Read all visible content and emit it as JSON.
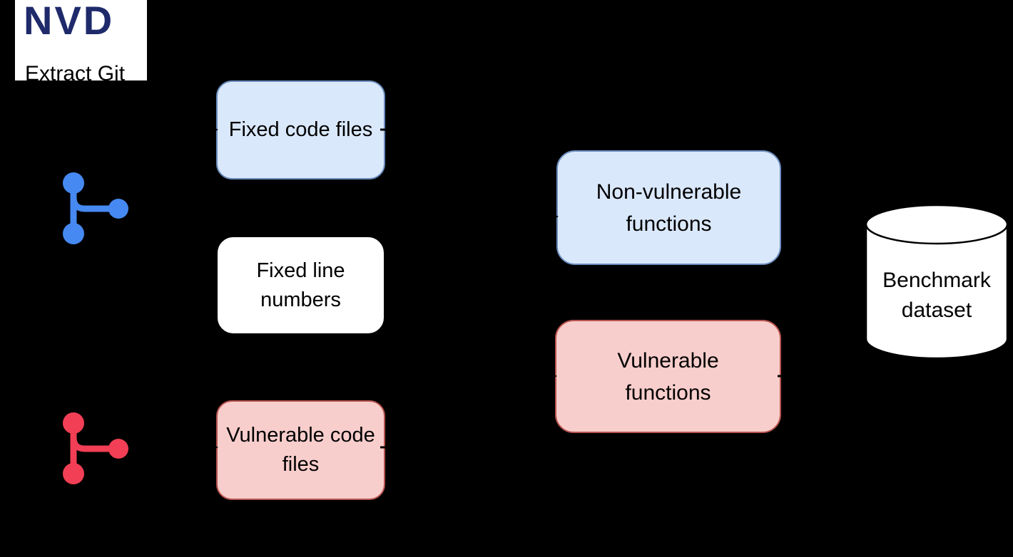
{
  "canvas": {
    "background": "#000000"
  },
  "nvd_panel": {
    "logo_text": "NVD",
    "logo_color": "#1f2a6b",
    "caption": "Extract Git",
    "caption_color": "#000000",
    "background": "#ffffff"
  },
  "git_icons": {
    "fixed_branch_color": "#4689F2",
    "vulnerable_branch_color": "#F23F55"
  },
  "boxes": {
    "fixed_code_files": {
      "label": "Fixed code files",
      "fill": "#DAE8FC",
      "stroke": "#6C8EBF"
    },
    "fixed_line_numbers": {
      "label": "Fixed line numbers",
      "fill": "#FFFFFF",
      "stroke": "#FFFFFF"
    },
    "vulnerable_code_files": {
      "label": "Vulnerable code files",
      "fill": "#F8CECC",
      "stroke": "#B85450"
    },
    "non_vulnerable_functions": {
      "label": "Non-vulnerable functions",
      "fill": "#DAE8FC",
      "stroke": "#6C8EBF"
    },
    "vulnerable_functions": {
      "label": "Vulnerable functions",
      "fill": "#F8CECC",
      "stroke": "#B85450"
    }
  },
  "database": {
    "label": "Benchmark dataset",
    "fill": "#FFFFFF",
    "stroke": "#000000"
  },
  "connectors": {
    "color": "#000000"
  }
}
